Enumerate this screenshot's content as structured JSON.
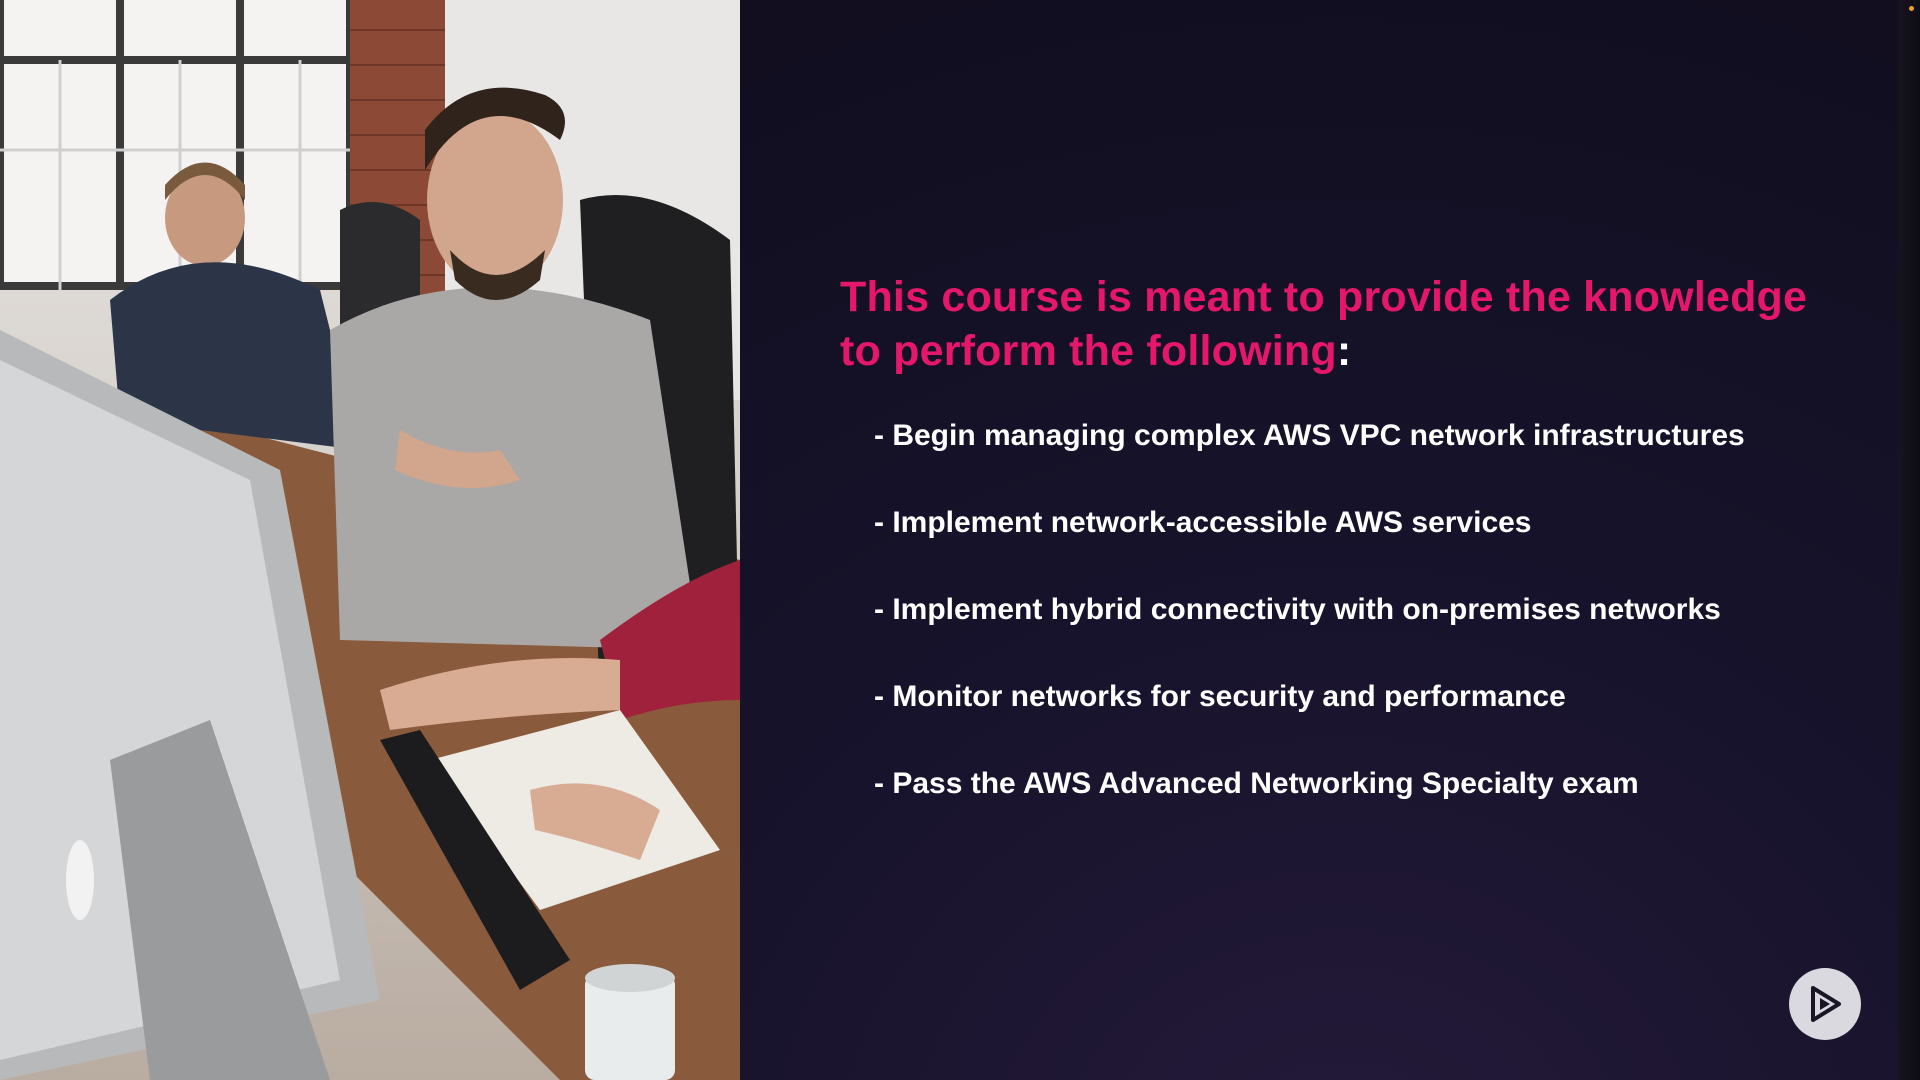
{
  "slide": {
    "headline_main": "This course is meant to provide the knowledge to perform the following",
    "headline_colon": ":",
    "bullets": [
      "- Begin managing complex AWS VPC network infrastructures",
      "- Implement network-accessible AWS services",
      "- Implement hybrid connectivity with on-premises networks",
      "- Monitor networks for security and performance",
      "- Pass the AWS Advanced Networking Specialty exam"
    ]
  },
  "colors": {
    "background": "#120e20",
    "headline": "#e5176b",
    "bullet_text": "#ffffff",
    "logo_circle": "#d9d9df"
  },
  "icons": {
    "logo": "play-logo-icon"
  }
}
